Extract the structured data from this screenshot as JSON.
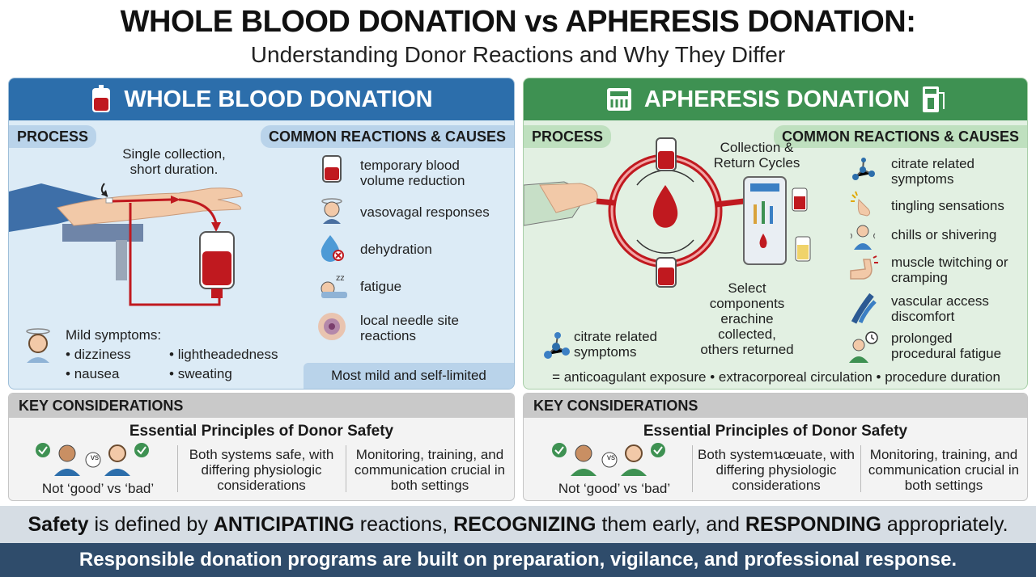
{
  "header": {
    "title": "WHOLE BLOOD DONATION vs APHERESIS DONATION:",
    "subtitle": "Understanding Donor Reactions and Why They Differ"
  },
  "whole_blood": {
    "title": "WHOLE BLOOD DONATION",
    "process_label": "PROCESS",
    "reactions_label": "COMMON REACTIONS & CAUSES",
    "process_note": "Single collection, short duration.",
    "reactions": [
      {
        "icon": "blood-bag-icon",
        "label": "temporary blood volume reduction"
      },
      {
        "icon": "dizzy-head-icon",
        "label": "vasovagal responses"
      },
      {
        "icon": "water-drop-icon",
        "label": "dehydration"
      },
      {
        "icon": "sleeping-icon",
        "label": "fatigue"
      },
      {
        "icon": "needle-site-icon",
        "label": "local needle site reactions"
      }
    ],
    "mild_title": "Mild symptoms:",
    "mild_symptoms": [
      "dizziness",
      "lightheadedness",
      "nausea",
      "sweating"
    ],
    "footer_note": "Most mild and self-limited"
  },
  "apheresis": {
    "title": "APHERESIS DONATION",
    "process_label": "PROCESS",
    "reactions_label": "COMMON REACTIONS & CAUSES",
    "cycle_note": "Collection & Return Cycles",
    "select_note": "Select components erachine collected, others returned",
    "citrate_note": "citrate related symptoms",
    "reactions": [
      {
        "icon": "molecule-icon",
        "label": "citrate related symptoms"
      },
      {
        "icon": "tingling-hand-icon",
        "label": "tingling sensations"
      },
      {
        "icon": "shivering-person-icon",
        "label": "chills or shivering"
      },
      {
        "icon": "flexed-arm-icon",
        "label": "muscle twitching or cramping"
      },
      {
        "icon": "vein-icon",
        "label": "vascular access discomfort"
      },
      {
        "icon": "clock-person-icon",
        "label": "prolonged procedural fatigue"
      }
    ],
    "footer_note": "= anticoagulant exposure • extracorporeal circulation • procedure duration"
  },
  "key_considerations": [
    {
      "head": "KEY CONSIDERATIONS",
      "subtitle": "Essential Principles of Donor Safety",
      "vs_label": "vs",
      "col1": "Not ‘good’ vs ‘bad’",
      "col2": "Both systems safe, with differing physiologic considerations",
      "col3": "Monitoring, training, and communication crucial in both settings"
    },
    {
      "head": "KEY CONSIDERATIONS",
      "subtitle": "Essential Principles of Donor Safety",
      "vs_label": "vs",
      "col1": "Not ‘good’ vs ‘bad’",
      "col2": "Both systemนœuate, with differing physiologic considerations",
      "col3": "Monitoring, training, and communication crucial in both settings"
    }
  ],
  "bottom": {
    "line1_parts": [
      "Safety",
      " is defined by ",
      "ANTICIPATING",
      " reactions, ",
      "RECOGNIZING",
      " them early, and ",
      "RESPONDING",
      " appropriately."
    ],
    "line2": "Responsible donation programs are built on preparation, vigilance, and professional response."
  },
  "colors": {
    "whole_blood_accent": "#2c6eab",
    "apheresis_accent": "#3e9152",
    "blood_red": "#c0191f",
    "footer_navy": "#2f4c6b"
  }
}
